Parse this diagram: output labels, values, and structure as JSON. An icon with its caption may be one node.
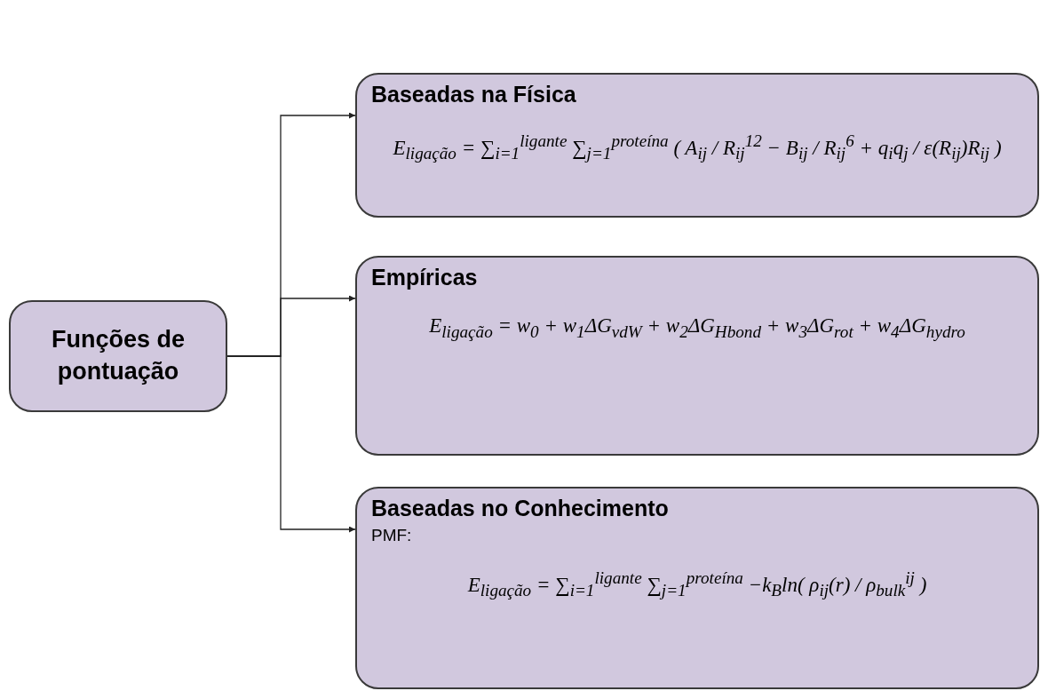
{
  "diagram": {
    "nodes": [
      {
        "text": [
          "Funções de pontuação"
        ]
      },
      {
        "text": [
          "Baseadas na Física",
          "E$_{ligação}$ = ∑$_{i=1}$$^{ligante}$ ∑$_{j=1}$$^{proteína}$ ( A$_{ij}$ / R$_{ij}$$^{12}$ − B$_{ij}$ / R$_{ij}$$^{6}$ + q$_{i}$q$_{j}$ / ε(R$_{ij}$)R$_{ij}$ )"
        ]
      },
      {
        "text": [
          "Empíricas",
          "E$_{ligação}$ = w$_{0}$ + w$_{1}$ΔG$_{vdW}$ + w$_{2}$ΔG$_{Hbond}$ + w$_{3}$ΔG$_{rot}$ + w$_{4}$ΔG$_{hydro}$"
        ]
      },
      {
        "text": [
          "Baseadas no Conhecimento",
          "PMF:",
          "E$_{ligação}$ = ∑$_{i=1}$$^{ligante}$ ∑$_{j=1}$$^{proteína}$ −k$_{B}$ln( ρ$_{ij}$(r) / ρ$_{bulk}$$^{ij}$ )"
        ]
      }
    ],
    "edges": [
      {
        "from": 0,
        "to": 1,
        "arrow": "to"
      },
      {
        "from": 0,
        "to": 2,
        "arrow": "to"
      },
      {
        "from": 0,
        "to": 3,
        "arrow": "to"
      }
    ]
  }
}
